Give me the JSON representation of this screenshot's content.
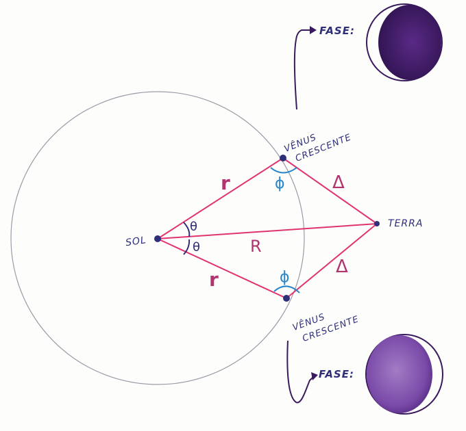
{
  "labels": {
    "sun": "SOL",
    "earth": "TERRA",
    "venus_top_line1": "VÊNUS",
    "venus_top_line2": "CRESCENTE",
    "venus_bottom_line1": "VÊNUS",
    "venus_bottom_line2": "CRESCENTE",
    "phase_top": "FASE:",
    "phase_bottom": "FASE:"
  },
  "symbols": {
    "r_top": "r",
    "r_bottom": "r",
    "R": "R",
    "delta_top": "Δ",
    "delta_bottom": "Δ",
    "theta_top": "θ",
    "theta_bottom": "θ",
    "phi_top": "ϕ",
    "phi_bottom": "ϕ"
  },
  "colors": {
    "orbit": "#9a9aa8",
    "triangle": "#e0336f",
    "points": "#2e2f78",
    "phi": "#2a86c8",
    "phase_dark": "#3a1a5e",
    "phase_light": "#8a5fb0"
  }
}
